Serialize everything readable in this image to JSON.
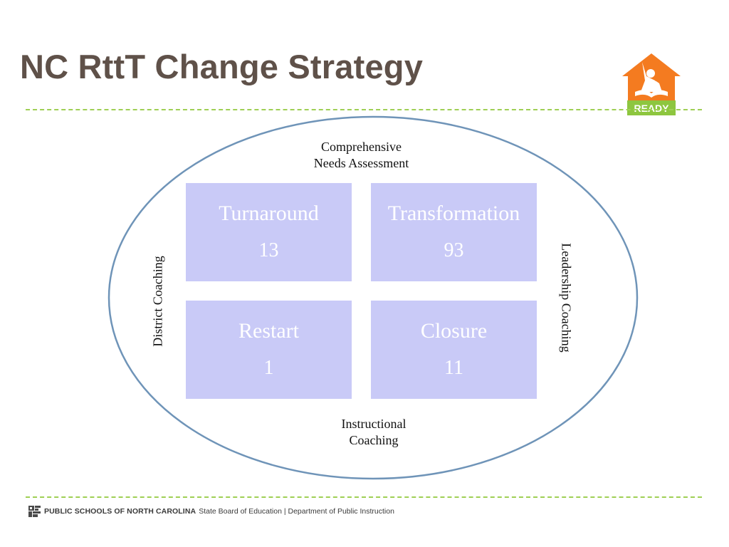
{
  "slide": {
    "title": "NC RttT Change Strategy"
  },
  "logo": {
    "label": "READY",
    "colors": {
      "house": "#f47b20",
      "banner": "#8dc63f",
      "figure": "#ffffff"
    }
  },
  "diagram": {
    "top_label_line1": "Comprehensive",
    "top_label_line2": "Needs Assessment",
    "bottom_label_line1": "Instructional",
    "bottom_label_line2": "Coaching",
    "left_label": "District Coaching",
    "right_label": "Leadership Coaching",
    "boxes": [
      {
        "name": "Turnaround",
        "count": "13"
      },
      {
        "name": "Transformation",
        "count": "93"
      },
      {
        "name": "Restart",
        "count": "1"
      },
      {
        "name": "Closure",
        "count": "11"
      }
    ],
    "colors": {
      "box_fill": "#c9caf7",
      "ellipse_stroke": "#6f94b8",
      "dashed_rule": "#9fcf54"
    }
  },
  "footer": {
    "org": "PUBLIC SCHOOLS OF NORTH CAROLINA",
    "rest": "State Board of Education | Department of Public Instruction"
  }
}
